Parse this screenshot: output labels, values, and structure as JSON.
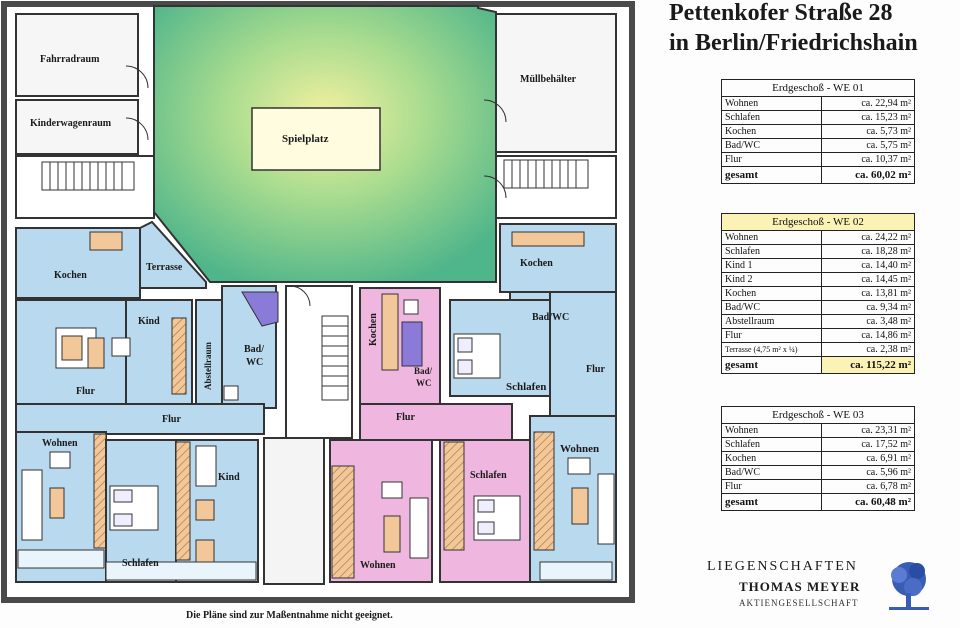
{
  "header": {
    "line1": "Pettenkofer Straße 28",
    "line2": "in Berlin/Friedrichshain"
  },
  "plan": {
    "rooms": [
      {
        "name": "fahrradraum",
        "label": "Fahrradraum"
      },
      {
        "name": "kinderwagenraum",
        "label": "Kinderwagenraum"
      },
      {
        "name": "spielplatz",
        "label": "Spielplatz"
      },
      {
        "name": "muellbehaelter",
        "label": "Müllbehälter"
      },
      {
        "name": "we01-kochen",
        "label": "Kochen"
      },
      {
        "name": "we01-terrasse",
        "label": "Terrasse"
      },
      {
        "name": "we01-kind",
        "label": "Kind"
      },
      {
        "name": "we01-abstellraum",
        "label": "Abstellraum"
      },
      {
        "name": "we01-bad",
        "label": "Bad/"
      },
      {
        "name": "we01-wc",
        "label": "WC"
      },
      {
        "name": "we01-flur-a",
        "label": "Flur"
      },
      {
        "name": "we01-flur-b",
        "label": "Flur"
      },
      {
        "name": "we01-wohnen",
        "label": "Wohnen"
      },
      {
        "name": "we01-kind2",
        "label": "Kind"
      },
      {
        "name": "we01-schlafen",
        "label": "Schlafen"
      },
      {
        "name": "we02-kochen",
        "label": "Kochen"
      },
      {
        "name": "we02-bad",
        "label": "Bad/"
      },
      {
        "name": "we02-wc",
        "label": "WC"
      },
      {
        "name": "we02-flur",
        "label": "Flur"
      },
      {
        "name": "we02-schlafen",
        "label": "Schlafen"
      },
      {
        "name": "we02-wohnen",
        "label": "Wohnen"
      },
      {
        "name": "we03-kochen",
        "label": "Kochen"
      },
      {
        "name": "we03-badwc",
        "label": "Bad/WC"
      },
      {
        "name": "we03-schlafen",
        "label": "Schlafen"
      },
      {
        "name": "we03-flur",
        "label": "Flur"
      },
      {
        "name": "we03-wohnen",
        "label": "Wohnen"
      }
    ],
    "note": "Die Pläne sind zur Maßentnahme nicht geeignet."
  },
  "tables": [
    {
      "title": "Erdgeschoß - WE 01",
      "rows": [
        {
          "room": "Wohnen",
          "area": "ca. 22,94 m²"
        },
        {
          "room": "Schlafen",
          "area": "ca. 15,23 m²"
        },
        {
          "room": "Kochen",
          "area": "ca. 5,73 m²"
        },
        {
          "room": "Bad/WC",
          "area": "ca. 5,75 m²"
        },
        {
          "room": "Flur",
          "area": "ca. 10,37 m²"
        }
      ],
      "total_label": "gesamt",
      "total": "ca. 60,02 m²"
    },
    {
      "title": "Erdgeschoß - WE 02",
      "rows": [
        {
          "room": "Wohnen",
          "area": "ca. 24,22 m²"
        },
        {
          "room": "Schlafen",
          "area": "ca. 18,28 m²"
        },
        {
          "room": "Kind 1",
          "area": "ca. 14,40 m²"
        },
        {
          "room": "Kind 2",
          "area": "ca. 14,45 m²"
        },
        {
          "room": "Kochen",
          "area": "ca. 13,81 m²"
        },
        {
          "room": "Bad/WC",
          "area": "ca. 9,34 m²"
        },
        {
          "room": "Abstellraum",
          "area": "ca. 3,48 m²"
        },
        {
          "room": "Flur",
          "area": "ca. 14,86 m²"
        },
        {
          "room": "Terrasse (4,75 m² x ¼)",
          "area": "ca. 2,38 m²"
        }
      ],
      "total_label": "gesamt",
      "total": "ca. 115,22 m²"
    },
    {
      "title": "Erdgeschoß - WE 03",
      "rows": [
        {
          "room": "Wohnen",
          "area": "ca. 23,31 m²"
        },
        {
          "room": "Schlafen",
          "area": "ca. 17,52 m²"
        },
        {
          "room": "Kochen",
          "area": "ca. 6,91 m²"
        },
        {
          "room": "Bad/WC",
          "area": "ca. 5,96 m²"
        },
        {
          "room": "Flur",
          "area": "ca. 6,78 m²"
        }
      ],
      "total_label": "gesamt",
      "total": "ca. 60,48 m²"
    }
  ],
  "brand": {
    "line1": "LIEGENSCHAFTEN",
    "line2": "THOMAS MEYER",
    "line3": "AKTIENGESELLSCHAFT"
  },
  "colors": {
    "wall": "#4a4a4a",
    "unit_blue": "#b9d9ee",
    "unit_pink": "#efb7e0",
    "courtyard_green": "#5fbf8f",
    "courtyard_yellow": "#f4f0a0",
    "service_white": "#f4f4f4",
    "highlight_yellow": "#fbf3b6",
    "tree_blue": "#3a5cb5"
  }
}
